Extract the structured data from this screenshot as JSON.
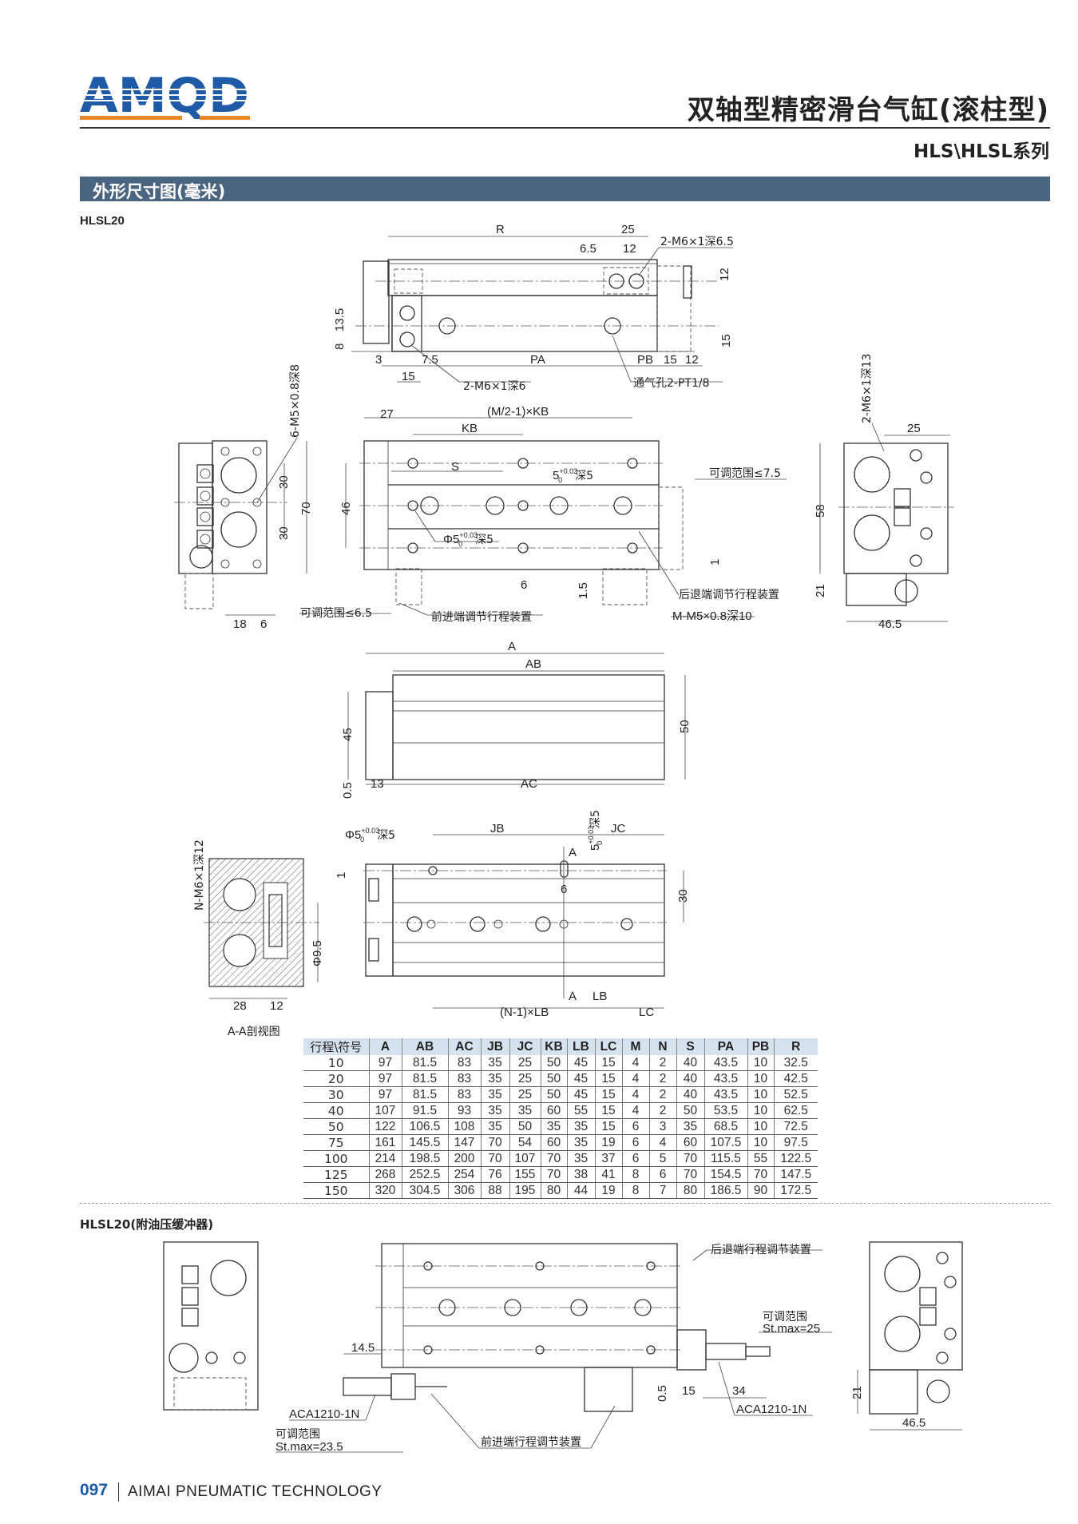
{
  "header": {
    "logo_text": "AMQD",
    "title": "双轴型精密滑台气缸(滚柱型)",
    "series": "HLS\\HLSL系列",
    "section_banner": "外形尺寸图(毫米)",
    "brand_color": "#1f5aa6",
    "logo_accent": "#e8892b"
  },
  "models": {
    "main": "HLSL20",
    "buffer": "HLSL20(附油压缓冲器)"
  },
  "top_view": {
    "R": "R",
    "d25": "25",
    "d6_5": "6.5",
    "d12a": "12",
    "thread_top": "2-M6×1深6.5",
    "d12b": "12",
    "d13_5": "13.5",
    "d8": "8",
    "d15v": "15",
    "d3": "3",
    "d7_5": "7.5",
    "PA": "PA",
    "PB": "PB",
    "d15a": "15",
    "d12c": "12",
    "d15b": "15",
    "thread_bottom": "2-M6×1深6",
    "air_port": "通气孔2-PT1/8"
  },
  "left_view": {
    "thread": "6-M5×0.8深8",
    "d30a": "30",
    "d70": "70",
    "d30b": "30",
    "d18": "18",
    "d6": "6"
  },
  "front_view": {
    "d27": "27",
    "pitch": "(M/2-1)×KB",
    "KB": "KB",
    "S": "S",
    "slot_base": "5",
    "tol_up": "+0.03",
    "tol_low": "0",
    "depth": "深5",
    "adj_rear": "可调范围≤7.5",
    "d46": "46",
    "phi_base": "Φ5",
    "d6": "6",
    "d1_5": "1.5",
    "d1": "1",
    "rear_device": "后退端调节行程装置",
    "thread": "M-M5×0.8深10",
    "adj_front": "可调范围≤6.5",
    "front_device": "前进端调节行程装置"
  },
  "right_view": {
    "thread": "2-M6×1深13",
    "d25": "25",
    "d58": "58",
    "d21": "21",
    "d46_5": "46.5"
  },
  "side_view": {
    "A": "A",
    "AB": "AB",
    "d45": "45",
    "d50": "50",
    "d0_5": "0.5",
    "d13": "13",
    "AC": "AC"
  },
  "bottom_view": {
    "phi_base": "Φ5",
    "tol_up": "+0.03",
    "tol_low": "0",
    "depth": "深5",
    "slot": "5",
    "JB": "JB",
    "JC": "JC",
    "A_top": "A",
    "d1": "1",
    "d6": "6",
    "d30": "30",
    "phi9_5": "Φ9.5",
    "A_bot": "A",
    "LB": "LB",
    "pitch": "(N-1)×LB",
    "LC": "LC"
  },
  "section_view": {
    "thread": "N-M6×1深12",
    "d28": "28",
    "d12": "12",
    "caption": "A-A剖视图"
  },
  "table": {
    "headers": [
      "行程\\符号",
      "A",
      "AB",
      "AC",
      "JB",
      "JC",
      "KB",
      "LB",
      "LC",
      "M",
      "N",
      "S",
      "PA",
      "PB",
      "R"
    ],
    "rows": [
      [
        "10",
        "97",
        "81.5",
        "83",
        "35",
        "25",
        "50",
        "45",
        "15",
        "4",
        "2",
        "40",
        "43.5",
        "10",
        "32.5"
      ],
      [
        "20",
        "97",
        "81.5",
        "83",
        "35",
        "25",
        "50",
        "45",
        "15",
        "4",
        "2",
        "40",
        "43.5",
        "10",
        "42.5"
      ],
      [
        "30",
        "97",
        "81.5",
        "83",
        "35",
        "25",
        "50",
        "45",
        "15",
        "4",
        "2",
        "40",
        "43.5",
        "10",
        "52.5"
      ],
      [
        "40",
        "107",
        "91.5",
        "93",
        "35",
        "35",
        "60",
        "55",
        "15",
        "4",
        "2",
        "50",
        "53.5",
        "10",
        "62.5"
      ],
      [
        "50",
        "122",
        "106.5",
        "108",
        "35",
        "50",
        "35",
        "35",
        "15",
        "6",
        "3",
        "35",
        "68.5",
        "10",
        "72.5"
      ],
      [
        "75",
        "161",
        "145.5",
        "147",
        "70",
        "54",
        "60",
        "35",
        "19",
        "6",
        "4",
        "60",
        "107.5",
        "10",
        "97.5"
      ],
      [
        "100",
        "214",
        "198.5",
        "200",
        "70",
        "107",
        "70",
        "35",
        "37",
        "6",
        "5",
        "70",
        "115.5",
        "55",
        "122.5"
      ],
      [
        "125",
        "268",
        "252.5",
        "254",
        "76",
        "155",
        "70",
        "38",
        "41",
        "8",
        "6",
        "70",
        "154.5",
        "70",
        "147.5"
      ],
      [
        "150",
        "320",
        "304.5",
        "306",
        "88",
        "195",
        "80",
        "44",
        "19",
        "8",
        "7",
        "80",
        "186.5",
        "90",
        "172.5"
      ]
    ]
  },
  "buffer_view": {
    "rear_device": "后退端行程调节装置",
    "adj_rear": "可调范围",
    "st_rear": "St.max=25",
    "d14_5": "14.5",
    "d0_5": "0.5",
    "d15": "15",
    "d34": "34",
    "absorber_rear": "ACA1210-1N",
    "absorber_front": "ACA1210-1N",
    "adj_front": "可调范围",
    "st_front": "St.max=23.5",
    "front_device": "前进端行程调节装置",
    "d46_5": "46.5",
    "d21": "21"
  },
  "footer": {
    "page": "097",
    "company": "AIMAI PNEUMATIC TECHNOLOGY"
  }
}
